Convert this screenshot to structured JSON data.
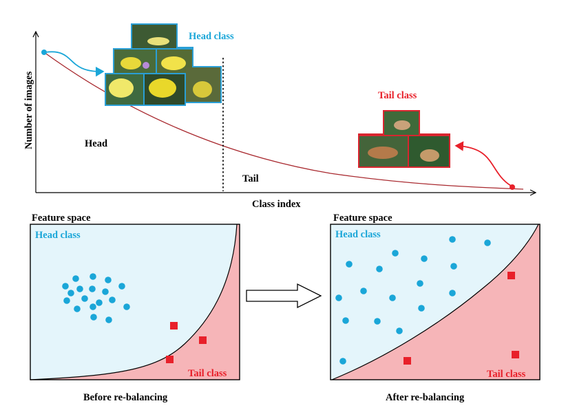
{
  "top_plot": {
    "y_axis_label": "Number of images",
    "x_axis_label": "Class index",
    "head_region_label": "Head",
    "tail_region_label": "Tail",
    "head_class_title": "Head class",
    "tail_class_title": "Tail class"
  },
  "before_panel": {
    "title": "Feature space",
    "head_label": "Head class",
    "tail_label": "Tail class",
    "caption": "Before re-balancing"
  },
  "after_panel": {
    "title": "Feature space",
    "head_label": "Head class",
    "tail_label": "Tail class",
    "caption": "After re-balancing"
  },
  "colors": {
    "head_blue": "#1aa6d8",
    "tail_red": "#e8202a",
    "head_region_fill": "#e4f5fb",
    "tail_region_fill": "#f6b5b8",
    "curve_red": "#a8282e",
    "photo_border_blue": "#2a9fd6",
    "photo_border_red": "#d9252f"
  },
  "icons": {
    "transition_arrow": "right-arrow-icon",
    "head_pointer": "curved-arrow-icon",
    "tail_pointer": "curved-arrow-icon"
  }
}
